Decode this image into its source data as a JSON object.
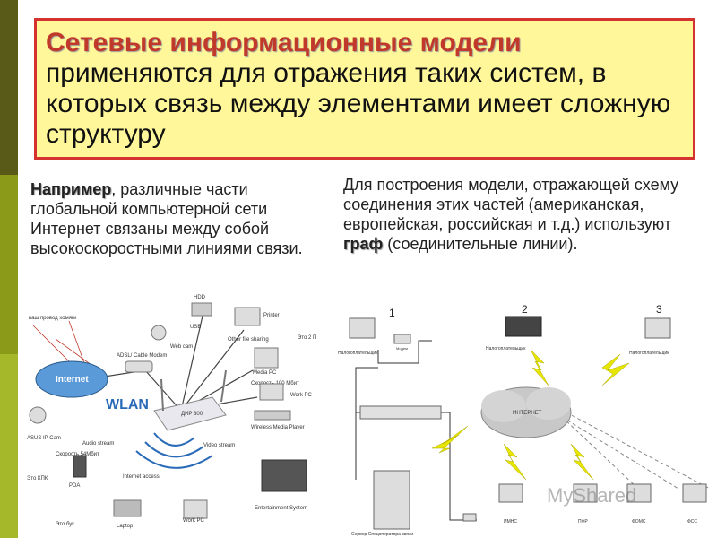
{
  "title": {
    "highlight": "Сетевые информационные модели",
    "rest": "применяются для отражения таких систем, в которых связь между элементами имеет сложную структуру"
  },
  "left_text": {
    "bold": "Например",
    "rest": ", различные части глобальной компьютерной сети Интернет связаны между собой высокоскоростными линиями связи."
  },
  "right_text": {
    "before": "Для построения модели, отражающей схему соединения этих частей (американская, европейская, российская и т.д.) используют ",
    "bold": "граф",
    "after": " (соединительные линии)."
  },
  "left_diagram": {
    "labels": {
      "internet": "Internet",
      "wlan": "WLAN",
      "adsl": "ADSL/ Cable Modem",
      "hdd": "HDD",
      "usb": "USB",
      "printer": "Printer",
      "other_file": "Other file sharing",
      "media_pc": "Media PC",
      "work_pc1": "Work PC",
      "wireless_mp": "Wireless Media Player",
      "entertainment": "Entertainment System",
      "dir": "ДИР 300",
      "asus": "ASUS IP Cam",
      "pda": "PDA",
      "laptop": "Laptop",
      "work_pc2": "Work PC",
      "web_cam": "Web cam",
      "kpk": "Это КПК",
      "hamster": "ваш провод хомяги",
      "speed100": "Скорость 100 Мбит",
      "speed54": "Скорость 54Мбит",
      "audio": "Audio stream",
      "video": "Video stream",
      "internet_access": "Internet access",
      "buk": "Это бук",
      "eto2": "Это 2 П"
    }
  },
  "right_diagram": {
    "labels": {
      "n1": "1",
      "n2": "2",
      "n3": "3",
      "taxpayer": "Налогоплательщик",
      "internet": "ИНТЕРНЕТ",
      "imns": "ИМНС",
      "pfr": "ПФР",
      "foms": "ФОМС",
      "fss": "ФСС",
      "server": "Сервер Спецоператора связи",
      "modem": "Модем"
    }
  },
  "watermark": "MyShared"
}
